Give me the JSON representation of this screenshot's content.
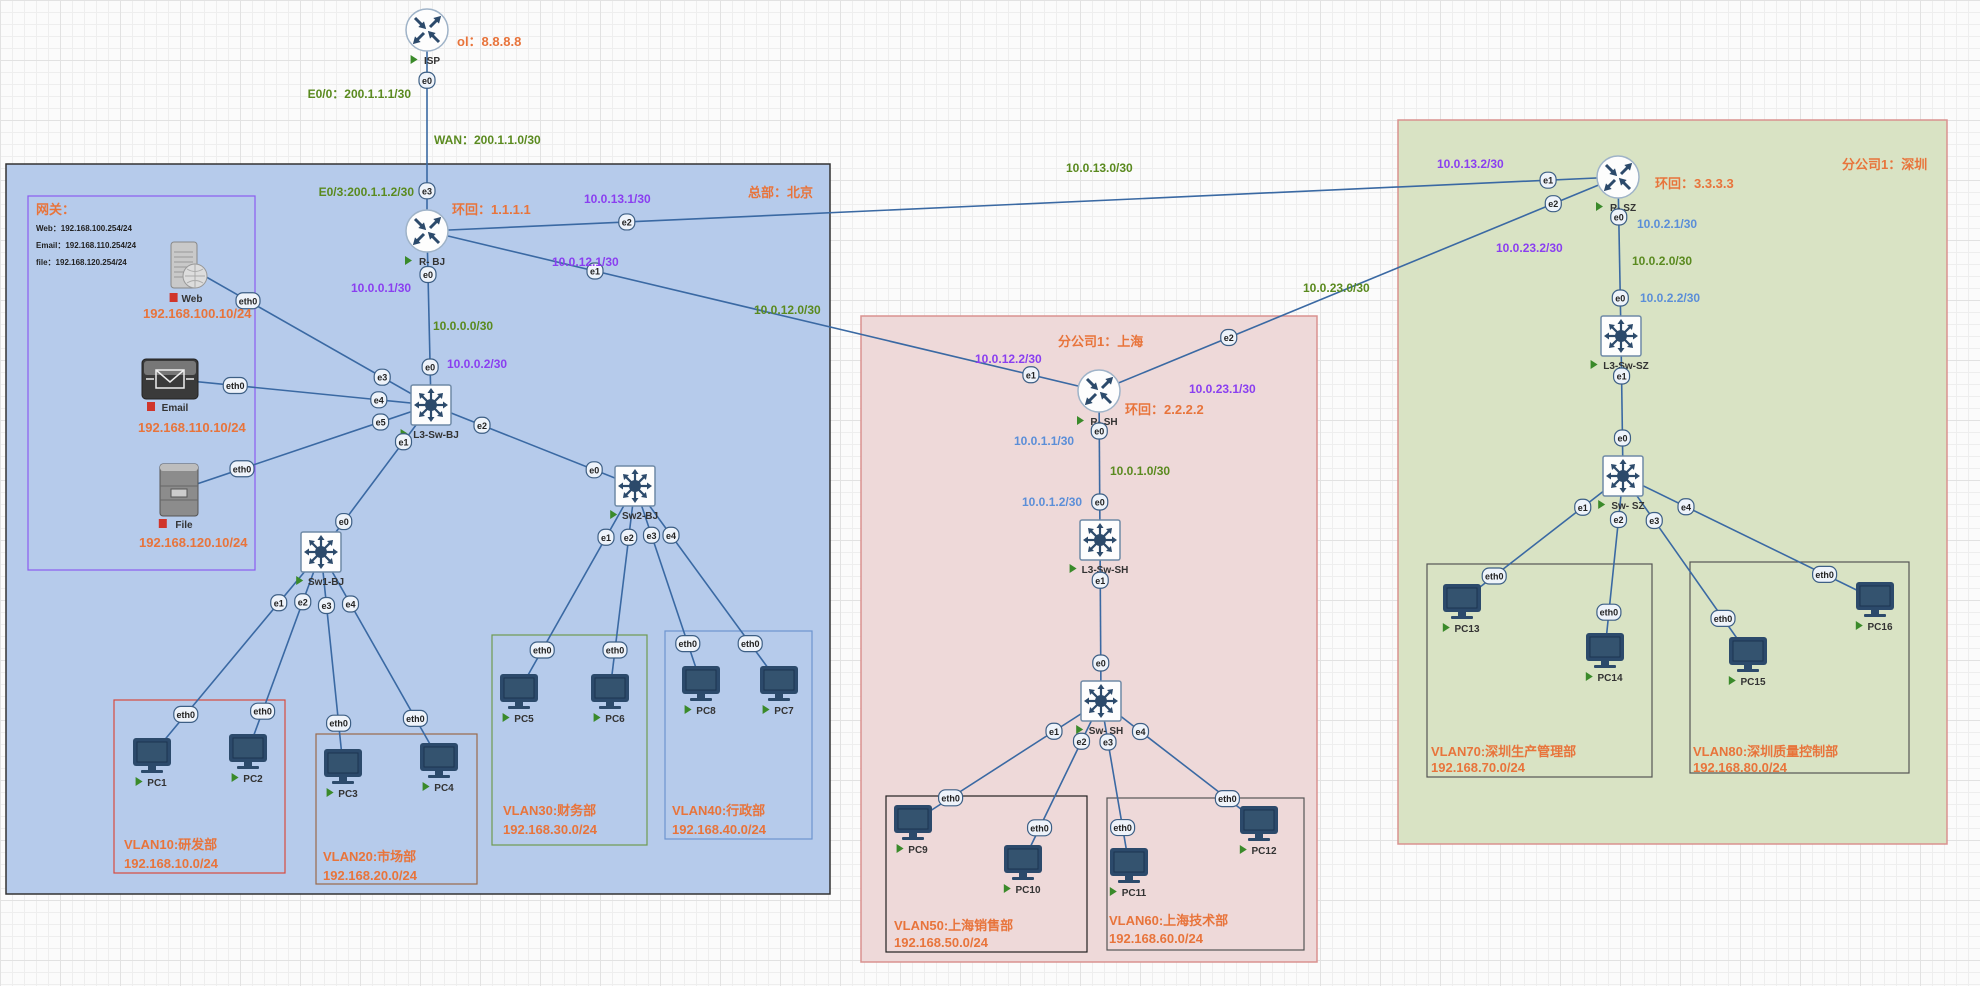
{
  "colors": {
    "hq_fill": "#b6cbeb",
    "sh_fill": "#eed9d9",
    "sz_fill": "#d9e3c4",
    "link": "#3a69a3",
    "orange": "#e8743b",
    "green": "#5a8a1f",
    "purple": "#8a3ff0",
    "blue": "#5b8ed8",
    "running": "#3a8a2a",
    "stopped": "#d0352b"
  },
  "groups": {
    "hq": {
      "title": "总部：北京"
    },
    "sh": {
      "title": "分公司1：上海"
    },
    "sz": {
      "title": "分公司1：深圳"
    },
    "gateway": {
      "title": "网关：",
      "lines": [
        "Web：192.168.100.254/24",
        "Email：192.168.110.254/24",
        "file：192.168.120.254/24"
      ]
    },
    "vlans": [
      {
        "name": "VLAN10:研发部",
        "subnet": "192.168.10.0/24"
      },
      {
        "name": "VLAN20:市场部",
        "subnet": "192.168.20.0/24"
      },
      {
        "name": "VLAN30:财务部",
        "subnet": "192.168.30.0/24"
      },
      {
        "name": "VLAN40:行政部",
        "subnet": "192.168.40.0/24"
      },
      {
        "name": "VLAN50:上海销售部",
        "subnet": "192.168.50.0/24"
      },
      {
        "name": "VLAN60:上海技术部",
        "subnet": "192.168.60.0/24"
      },
      {
        "name": "VLAN70:深圳生产管理部",
        "subnet": "192.168.70.0/24"
      },
      {
        "name": "VLAN80:深圳质量控制部",
        "subnet": "192.168.80.0/24"
      }
    ]
  },
  "annotations": {
    "isp_loopback": "ol：8.8.8.8",
    "isp_e00": "E0/0：200.1.1.1/30",
    "wan": "WAN：200.1.1.0/30",
    "rbj_e03": "E0/3:200.1.1.2/30",
    "rbj_loopback": "环回：1.1.1.1",
    "rbj_e2_ip": "10.0.13.1/30",
    "rbj_e1_ip": "10.0.12.1/30",
    "rbj_e0_ip": "10.0.0.1/30",
    "net_10_0_0": "10.0.0.0/30",
    "l3bj_e0_ip": "10.0.0.2/30",
    "net_10_0_12": "10.0.12.0/30",
    "net_10_0_13": "10.0.13.0/30",
    "rsz_e1_ip": "10.0.13.2/30",
    "rsz_loopback": "环回：3.3.3.3",
    "rsz_e0_ip": "10.0.2.1/30",
    "rsz_e2_ip": "10.0.23.2/30",
    "net_10_0_2": "10.0.2.0/30",
    "l3sz_e0_ip": "10.0.2.2/30",
    "net_10_0_23": "10.0.23.0/30",
    "rsh_e1_ip": "10.0.12.2/30",
    "rsh_e2_ip": "10.0.23.1/30",
    "rsh_loopback": "环回：2.2.2.2",
    "rsh_e0_ip": "10.0.1.1/30",
    "net_10_0_1": "10.0.1.0/30",
    "l3sh_e0_ip": "10.0.1.2/30",
    "web_ip": "192.168.100.10/24",
    "email_ip": "192.168.110.10/24",
    "file_ip": "192.168.120.10/24"
  },
  "nodes": [
    {
      "id": "isp",
      "name": "ISP",
      "type": "router",
      "status": "running"
    },
    {
      "id": "rbj",
      "name": "R- BJ",
      "type": "router",
      "status": "running"
    },
    {
      "id": "l3bj",
      "name": "L3-Sw-BJ",
      "type": "switch",
      "status": "running"
    },
    {
      "id": "web",
      "name": "Web",
      "type": "server-web",
      "status": "stopped"
    },
    {
      "id": "email",
      "name": "Email",
      "type": "server-email",
      "status": "stopped"
    },
    {
      "id": "file",
      "name": "File",
      "type": "server-file",
      "status": "stopped"
    },
    {
      "id": "sw1",
      "name": "Sw1-BJ",
      "type": "switch",
      "status": "running"
    },
    {
      "id": "sw2",
      "name": "Sw2-BJ",
      "type": "switch",
      "status": "running"
    },
    {
      "id": "pc1",
      "name": "PC1",
      "type": "pc",
      "status": "running"
    },
    {
      "id": "pc2",
      "name": "PC2",
      "type": "pc",
      "status": "running"
    },
    {
      "id": "pc3",
      "name": "PC3",
      "type": "pc",
      "status": "running"
    },
    {
      "id": "pc4",
      "name": "PC4",
      "type": "pc",
      "status": "running"
    },
    {
      "id": "pc5",
      "name": "PC5",
      "type": "pc",
      "status": "running"
    },
    {
      "id": "pc6",
      "name": "PC6",
      "type": "pc",
      "status": "running"
    },
    {
      "id": "pc8",
      "name": "PC8",
      "type": "pc",
      "status": "running"
    },
    {
      "id": "pc7",
      "name": "PC7",
      "type": "pc",
      "status": "running"
    },
    {
      "id": "rsh",
      "name": "R- SH",
      "type": "router",
      "status": "running"
    },
    {
      "id": "l3sh",
      "name": "L3-Sw-SH",
      "type": "switch",
      "status": "running"
    },
    {
      "id": "swsh",
      "name": "Sw- SH",
      "type": "switch",
      "status": "running"
    },
    {
      "id": "pc9",
      "name": "PC9",
      "type": "pc",
      "status": "running"
    },
    {
      "id": "pc10",
      "name": "PC10",
      "type": "pc",
      "status": "running"
    },
    {
      "id": "pc11",
      "name": "PC11",
      "type": "pc",
      "status": "running"
    },
    {
      "id": "pc12",
      "name": "PC12",
      "type": "pc",
      "status": "running"
    },
    {
      "id": "rsz",
      "name": "R- SZ",
      "type": "router",
      "status": "running"
    },
    {
      "id": "l3sz",
      "name": "L3-Sw-SZ",
      "type": "switch",
      "status": "running"
    },
    {
      "id": "swsz",
      "name": "Sw- SZ",
      "type": "switch",
      "status": "running"
    },
    {
      "id": "pc13",
      "name": "PC13",
      "type": "pc",
      "status": "running"
    },
    {
      "id": "pc14",
      "name": "PC14",
      "type": "pc",
      "status": "running"
    },
    {
      "id": "pc15",
      "name": "PC15",
      "type": "pc",
      "status": "running"
    },
    {
      "id": "pc16",
      "name": "PC16",
      "type": "pc",
      "status": "running"
    }
  ],
  "links": [
    {
      "from": "isp",
      "from_port": "e0",
      "to": "rbj",
      "to_port": "e3"
    },
    {
      "from": "rbj",
      "from_port": "e2",
      "to": "rsz",
      "to_port": "e1"
    },
    {
      "from": "rbj",
      "from_port": "e1",
      "to": "rsh",
      "to_port": "e1"
    },
    {
      "from": "rbj",
      "from_port": "e0",
      "to": "l3bj",
      "to_port": "e0"
    },
    {
      "from": "rsh",
      "from_port": "e2",
      "to": "rsz",
      "to_port": "e2"
    },
    {
      "from": "rsh",
      "from_port": "e0",
      "to": "l3sh",
      "to_port": "e0"
    },
    {
      "from": "l3sh",
      "from_port": "e1",
      "to": "swsh",
      "to_port": "e0"
    },
    {
      "from": "rsz",
      "from_port": "e0",
      "to": "l3sz",
      "to_port": "e0"
    },
    {
      "from": "l3sz",
      "from_port": "e1",
      "to": "swsz",
      "to_port": "e0"
    },
    {
      "from": "web",
      "from_port": "eth0",
      "to": "l3bj",
      "to_port": "e3"
    },
    {
      "from": "email",
      "from_port": "eth0",
      "to": "l3bj",
      "to_port": "e4"
    },
    {
      "from": "file",
      "from_port": "eth0",
      "to": "l3bj",
      "to_port": "e5"
    },
    {
      "from": "l3bj",
      "from_port": "e1",
      "to": "sw1",
      "to_port": "e0"
    },
    {
      "from": "l3bj",
      "from_port": "e2",
      "to": "sw2",
      "to_port": "e0"
    },
    {
      "from": "sw1",
      "from_port": "e1",
      "to": "pc1",
      "to_port": "eth0"
    },
    {
      "from": "sw1",
      "from_port": "e2",
      "to": "pc2",
      "to_port": "eth0"
    },
    {
      "from": "sw1",
      "from_port": "e3",
      "to": "pc3",
      "to_port": "eth0"
    },
    {
      "from": "sw1",
      "from_port": "e4",
      "to": "pc4",
      "to_port": "eth0"
    },
    {
      "from": "sw2",
      "from_port": "e1",
      "to": "pc5",
      "to_port": "eth0"
    },
    {
      "from": "sw2",
      "from_port": "e2",
      "to": "pc6",
      "to_port": "eth0"
    },
    {
      "from": "sw2",
      "from_port": "e3",
      "to": "pc8",
      "to_port": "eth0"
    },
    {
      "from": "sw2",
      "from_port": "e4",
      "to": "pc7",
      "to_port": "eth0"
    },
    {
      "from": "swsh",
      "from_port": "e1",
      "to": "pc9",
      "to_port": "eth0"
    },
    {
      "from": "swsh",
      "from_port": "e2",
      "to": "pc10",
      "to_port": "eth0"
    },
    {
      "from": "swsh",
      "from_port": "e3",
      "to": "pc11",
      "to_port": "eth0"
    },
    {
      "from": "swsh",
      "from_port": "e4",
      "to": "pc12",
      "to_port": "eth0"
    },
    {
      "from": "swsz",
      "from_port": "e1",
      "to": "pc13",
      "to_port": "eth0"
    },
    {
      "from": "swsz",
      "from_port": "e2",
      "to": "pc14",
      "to_port": "eth0"
    },
    {
      "from": "swsz",
      "from_port": "e3",
      "to": "pc15",
      "to_port": "eth0"
    },
    {
      "from": "swsz",
      "from_port": "e4",
      "to": "pc16",
      "to_port": "eth0"
    }
  ]
}
